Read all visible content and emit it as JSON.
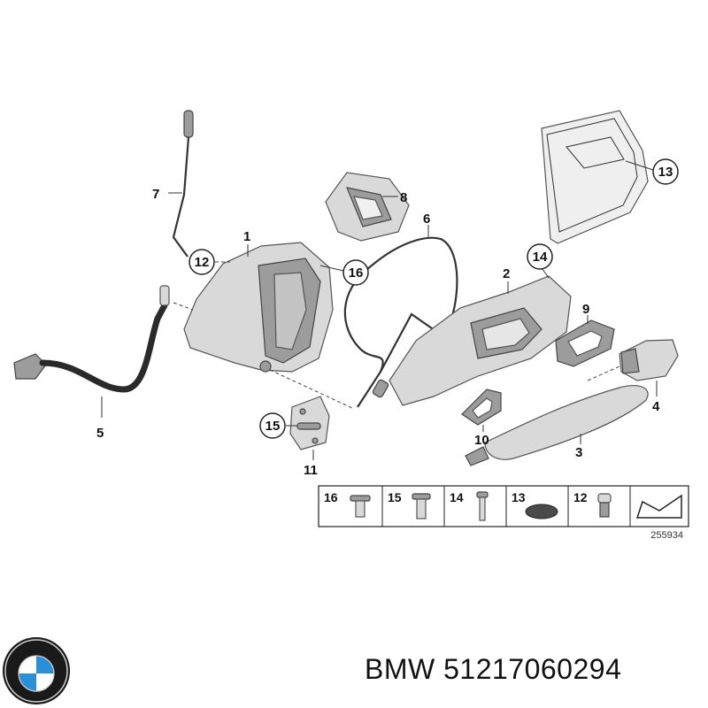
{
  "callouts": {
    "c1": "1",
    "c2": "2",
    "c3": "3",
    "c4": "4",
    "c5": "5",
    "c6": "6",
    "c7": "7",
    "c8": "8",
    "c9": "9",
    "c10": "10",
    "c11": "11",
    "c12": "12",
    "c13": "13",
    "c14": "14",
    "c15": "15",
    "c16": "16"
  },
  "legend": {
    "items": [
      "16",
      "15",
      "14",
      "13",
      "12"
    ],
    "reference_number": "255934"
  },
  "brand": {
    "logo_text": "BMW",
    "caption": "BMW 51217060294"
  },
  "colors": {
    "logo_blue": "#2b8fd8",
    "logo_ring": "#1a1a1a"
  }
}
